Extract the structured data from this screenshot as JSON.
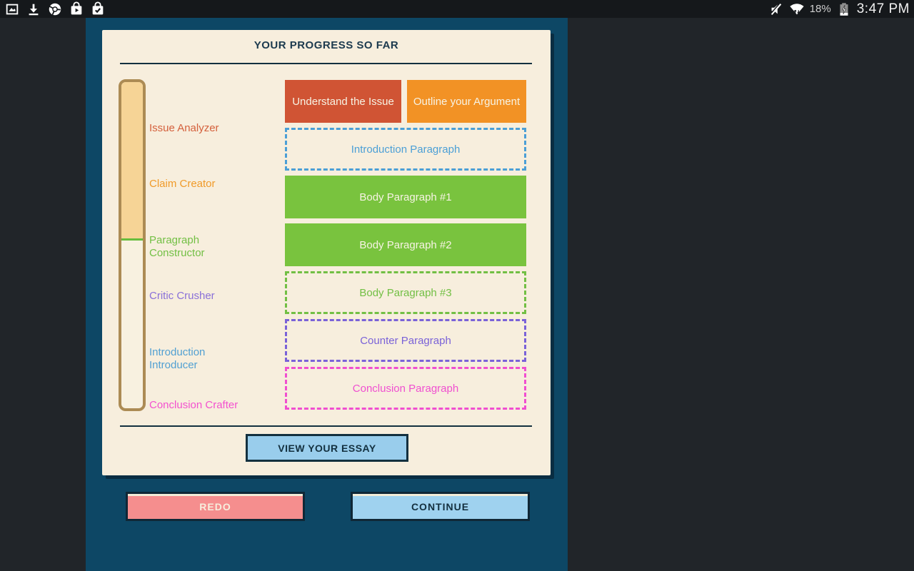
{
  "status_bar": {
    "time": "3:47 PM",
    "battery_percent": "18%",
    "left_icons": [
      "gallery",
      "download",
      "chrome",
      "play-store",
      "bag-check"
    ],
    "right_icons": [
      "volume-muted",
      "wifi",
      "battery-charging"
    ]
  },
  "panel": {
    "title": "YOUR PROGRESS SO FAR",
    "progress": {
      "fill_color": "#f6d496",
      "marker_color": "#67bd3d",
      "track_border_color": "#ac8b54"
    },
    "stages": [
      {
        "label": "Issue Analyzer",
        "color": "#d4603c"
      },
      {
        "label": "Claim Creator",
        "color": "#f09a28"
      },
      {
        "label": "Paragraph\nConstructor",
        "color": "#72bf44"
      },
      {
        "label": "Critic Crusher",
        "color": "#8a70d8"
      },
      {
        "label": "Introduction\nIntroducer",
        "color": "#52a0d2"
      },
      {
        "label": "Conclusion Crafter",
        "color": "#f351cf"
      }
    ],
    "blocks": [
      {
        "label": "Understand the Issue",
        "state": "complete",
        "color": "#d05434"
      },
      {
        "label": "Outline your Argument",
        "state": "complete",
        "color": "#f29225"
      },
      {
        "label": "Introduction Paragraph",
        "state": "pending",
        "color": "#4b9fd6"
      },
      {
        "label": "Body Paragraph #1",
        "state": "complete",
        "color": "#79c33e"
      },
      {
        "label": "Body Paragraph #2",
        "state": "complete",
        "color": "#79c33e"
      },
      {
        "label": "Body Paragraph #3",
        "state": "pending",
        "color": "#72bf44"
      },
      {
        "label": "Counter Paragraph",
        "state": "pending",
        "color": "#7a62d8"
      },
      {
        "label": "Conclusion Paragraph",
        "state": "pending",
        "color": "#f04fd0"
      }
    ],
    "view_essay_label": "VIEW YOUR ESSAY"
  },
  "footer": {
    "redo_label": "REDO",
    "continue_label": "CONTINUE"
  }
}
